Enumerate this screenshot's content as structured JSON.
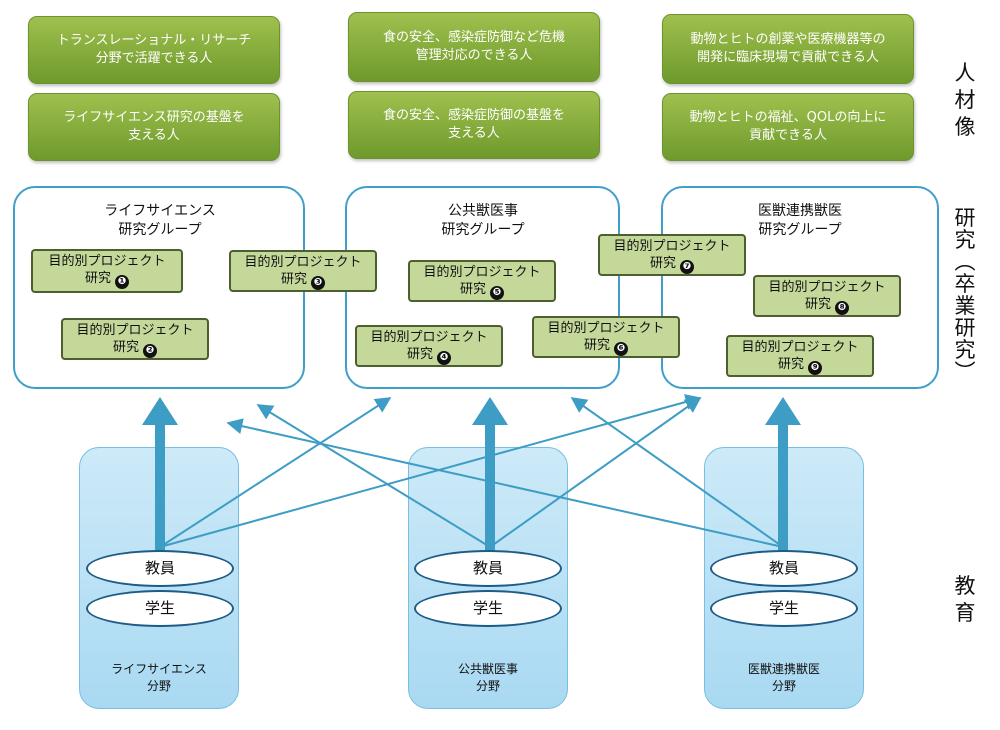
{
  "jinzai": [
    "トランスレーショナル・リサーチ\n分野で活躍できる人",
    "ライフサイエンス研究の基盤を\n支える人",
    "食の安全、感染症防御など危機\n管理対応のできる人",
    "食の安全、感染症防御の基盤を\n支える人",
    "動物とヒトの創薬や医療機器等の\n開発に臨床現場で貢献できる人",
    "動物とヒトの福祉、QOLの向上に\n貢献できる人"
  ],
  "groups": {
    "life": "ライフサイエンス\n研究グループ",
    "public": "公共獣医事\n研究グループ",
    "medical": "医獣連携獣医\n研究グループ"
  },
  "project_label_line1": "目的別プロジェクト",
  "project_label_line2": "研究",
  "projects": [
    {
      "num": "❶"
    },
    {
      "num": "❷"
    },
    {
      "num": "❸"
    },
    {
      "num": "❹"
    },
    {
      "num": "❺"
    },
    {
      "num": "❻"
    },
    {
      "num": "❼"
    },
    {
      "num": "❽"
    },
    {
      "num": "❾"
    }
  ],
  "education": {
    "faculty": "教員",
    "student": "学生",
    "columns": [
      "ライフサイエンス\n分野",
      "公共獣医事\n分野",
      "医獣連携獣医\n分野"
    ]
  },
  "side_labels": {
    "jinzai": [
      "人",
      "材",
      "像"
    ],
    "research": [
      "研",
      "究",
      "︵",
      "卒",
      "業",
      "研",
      "究",
      "︶"
    ],
    "education": [
      "教",
      "育"
    ]
  },
  "colors": {
    "arrow": "#3d9dc4",
    "frame": "#3f9fc9",
    "green": "#7fa83a",
    "project": "#c4d89a"
  }
}
